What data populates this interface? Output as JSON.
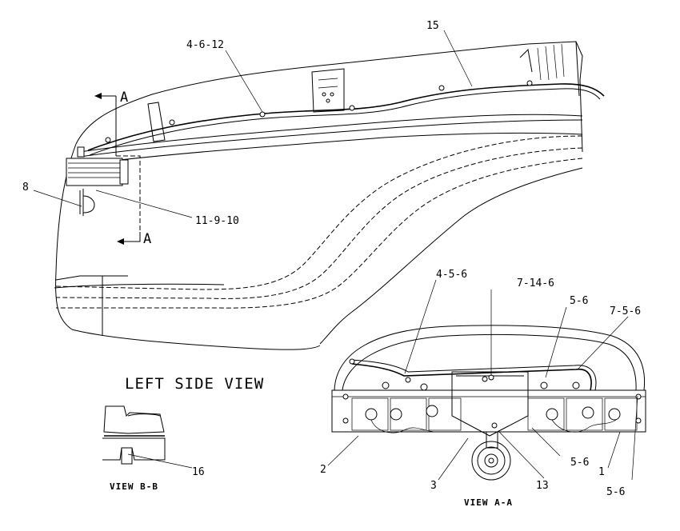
{
  "views": {
    "left_side_view": {
      "title": "LEFT SIDE VIEW"
    },
    "view_bb": {
      "title": "VIEW B-B"
    },
    "view_aa": {
      "title": "VIEW A-A"
    }
  },
  "section_markers": {
    "a_top": "A",
    "a_bottom": "A"
  },
  "callouts": {
    "c15": "15",
    "c4_6_12": "4-6-12",
    "c8": "8",
    "c11_9_10": "11-9-10",
    "c4_5_6": "4-5-6",
    "c7_14_6": "7-14-6",
    "c5_6_top": "5-6",
    "c7_5_6": "7-5-6",
    "c5_6_mid": "5-6",
    "c1": "1",
    "c5_6_bottom": "5-6",
    "c2": "2",
    "c3": "3",
    "c13": "13",
    "c16": "16"
  }
}
